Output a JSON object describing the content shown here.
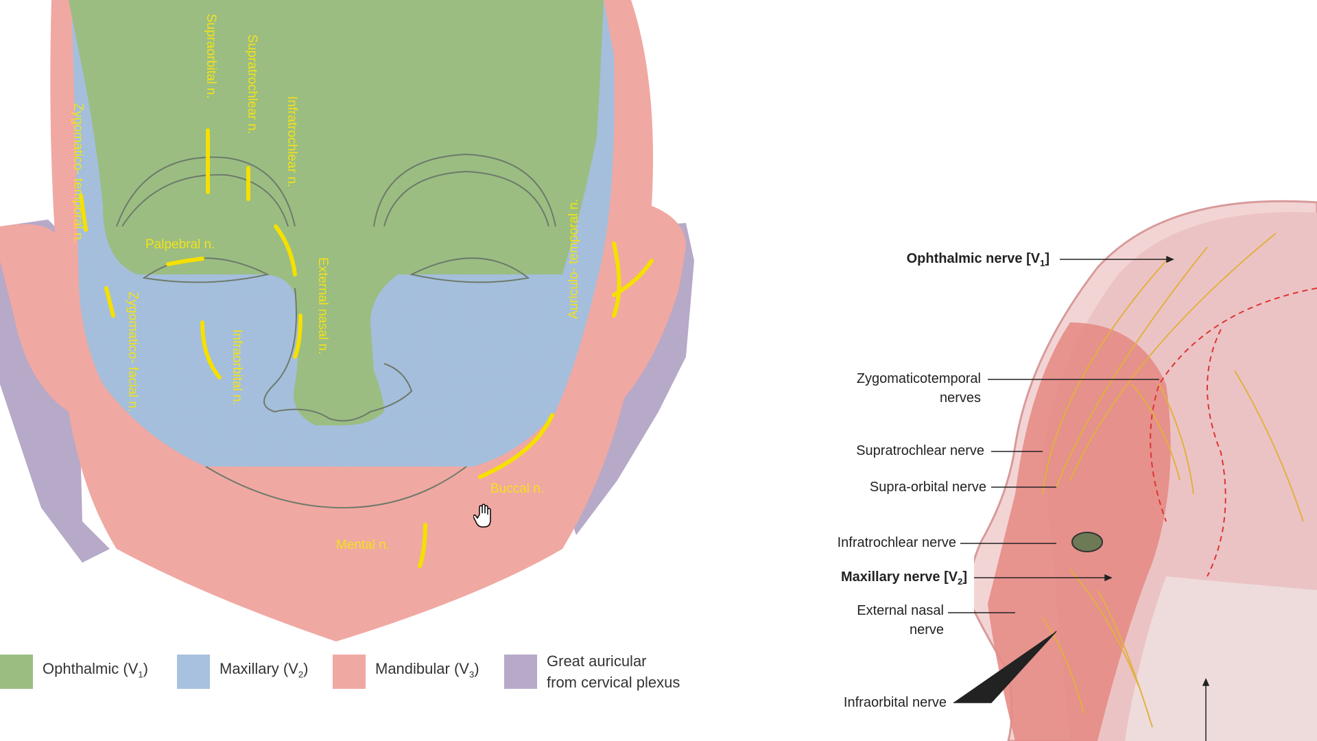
{
  "colors": {
    "ophthalmic": "#9bbd82",
    "maxillary": "#a7c1de",
    "mandibular": "#f0a8a3",
    "great_auricular": "#b7a9c8",
    "nerve_marker": "#f5e000"
  },
  "front_view_labels": {
    "zygomaticotemporal": "Zygomatico- temporal n.",
    "supraorbital": "Supraorbital n.",
    "supratrochlear": "Supratrochlear n.",
    "infratrochlear": "Infratrochlear n.",
    "palpebral": "Palpebral n.",
    "zygomaticofacial": "Zygomatico- facial n.",
    "infraorbital": "Infraorbital n.",
    "external_nasal": "External nasal n.",
    "auriculotemporal": "Auriculo- temporal n.",
    "buccal": "Buccal n.",
    "mental": "Mental n."
  },
  "legend": [
    {
      "name": "Ophthalmic (V",
      "sub": "1",
      "close": ")",
      "color_key": "ophthalmic"
    },
    {
      "name": "Maxillary (V",
      "sub": "2",
      "close": ")",
      "color_key": "maxillary"
    },
    {
      "name": "Mandibular (V",
      "sub": "3",
      "close": ")",
      "color_key": "mandibular"
    },
    {
      "name_line1": "Great auricular",
      "name_line2": "from cervical plexus",
      "color_key": "great_auricular"
    }
  ],
  "side_view_labels": {
    "ophthalmic_nerve": "Ophthalmic nerve [V",
    "ophthalmic_sub": "1",
    "zygomaticotemporal_line1": "Zygomaticotemporal",
    "zygomaticotemporal_line2": "nerves",
    "supratrochlear": "Supratrochlear nerve",
    "supraorbital": "Supra-orbital nerve",
    "infratrochlear": "Infratrochlear nerve",
    "maxillary_nerve": "Maxillary nerve [V",
    "maxillary_sub": "2",
    "external_nasal_line1": "External nasal",
    "external_nasal_line2": "nerve",
    "infraorbital": "Infraorbital nerve"
  }
}
